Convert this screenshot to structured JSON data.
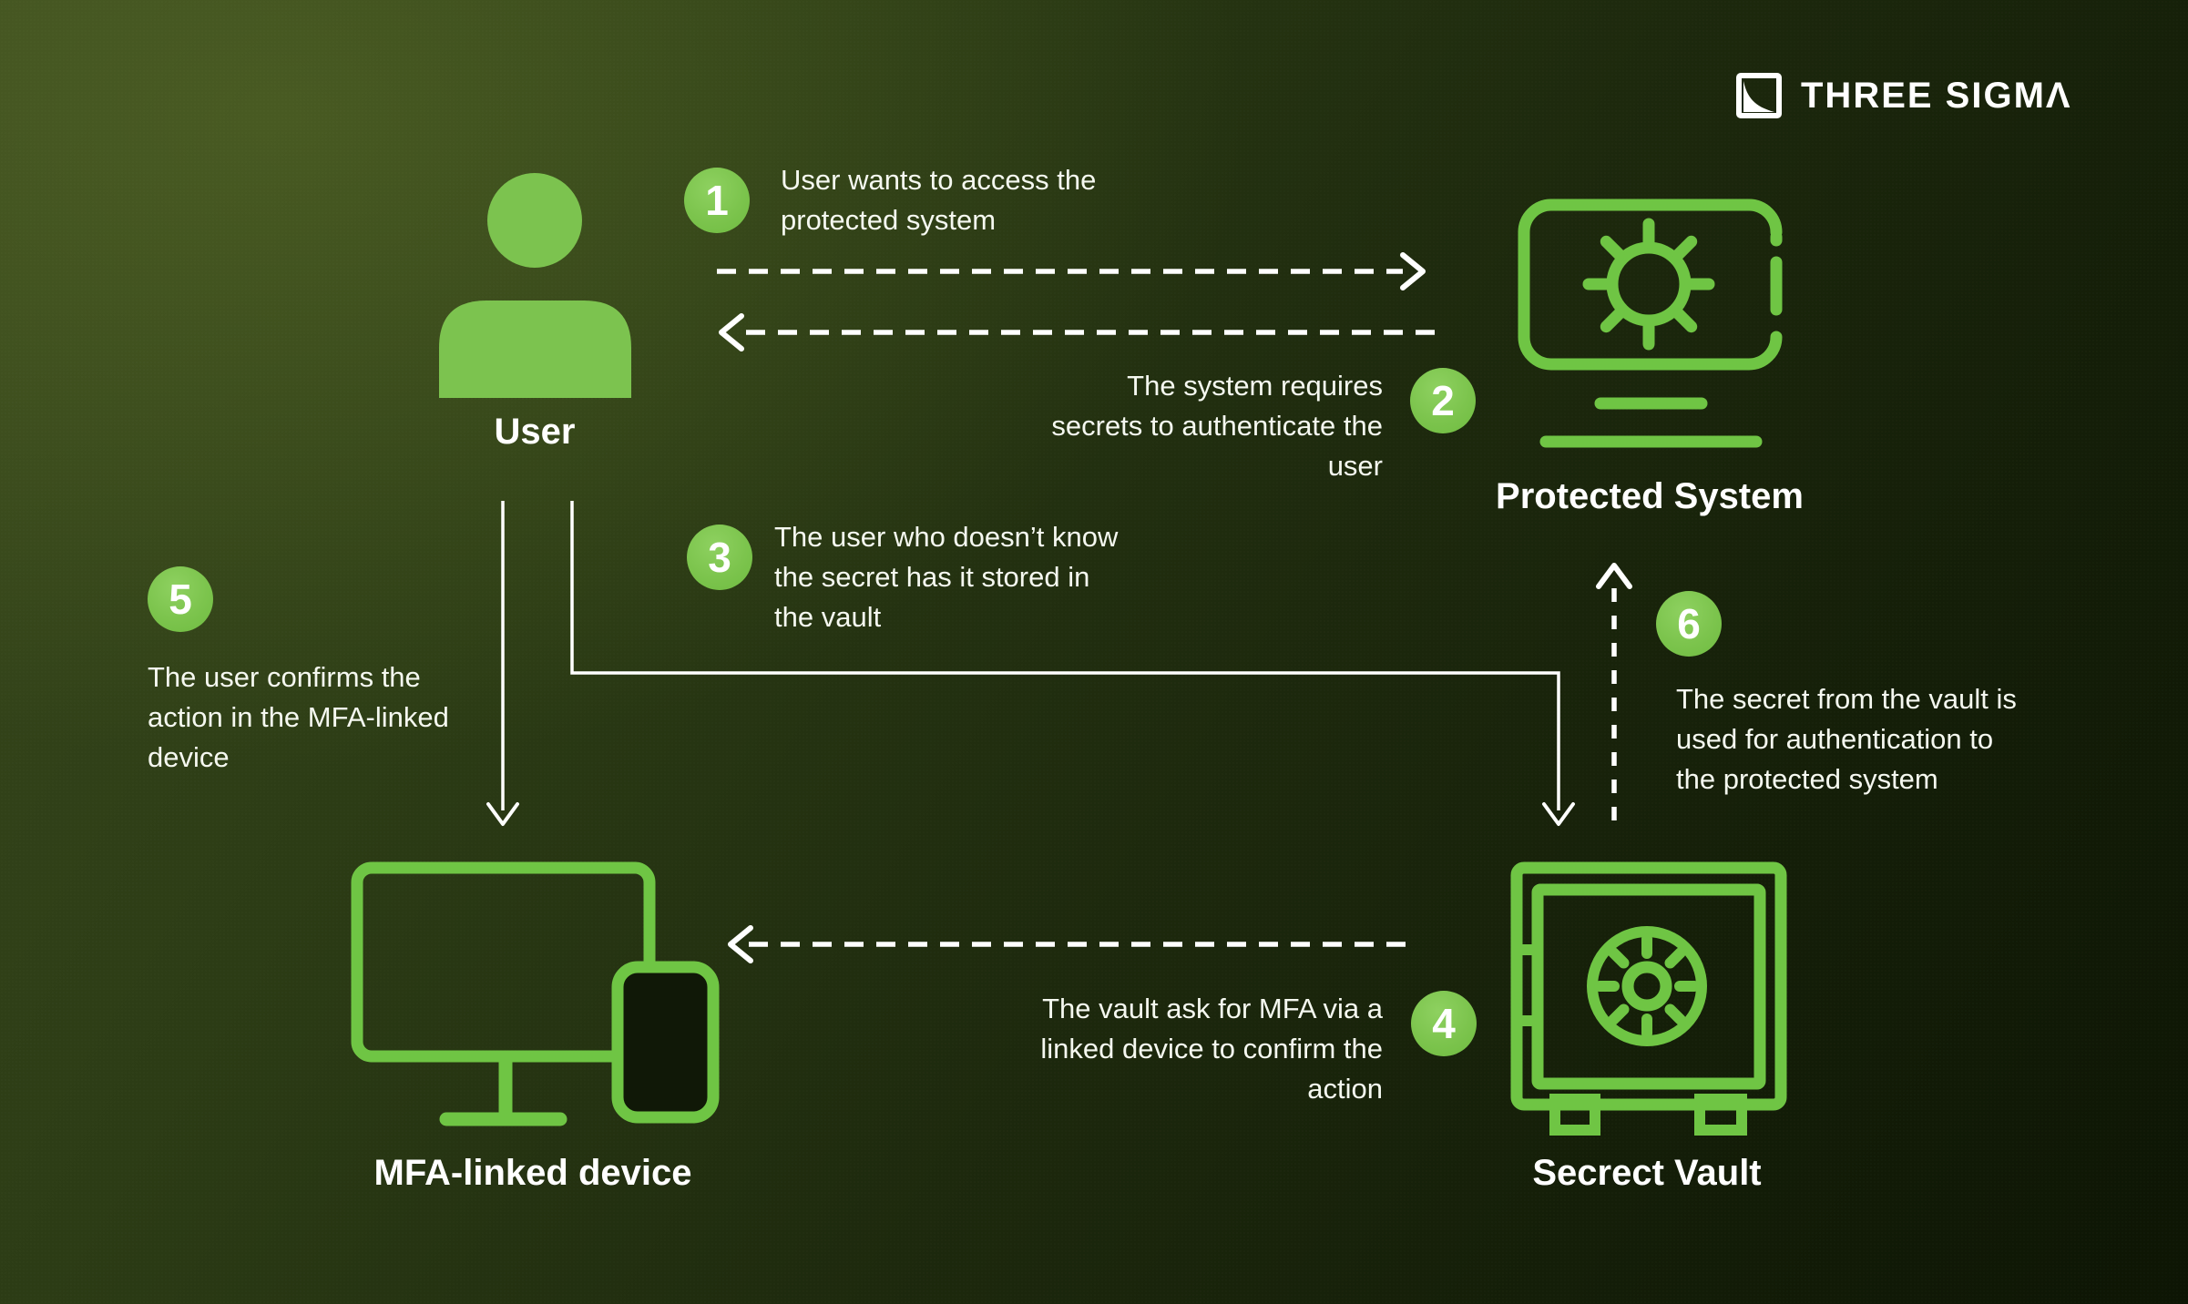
{
  "brand": {
    "name": "THREE SIGMΛ"
  },
  "entities": {
    "user": {
      "label": "User"
    },
    "protected_system": {
      "label": "Protected System"
    },
    "mfa_device": {
      "label": "MFA-linked device"
    },
    "vault": {
      "label": "Secrect Vault"
    }
  },
  "steps": [
    {
      "number": "1",
      "lines": [
        "User wants to access the",
        "protected system"
      ]
    },
    {
      "number": "2",
      "lines": [
        "The system requires",
        "secrets to authenticate the",
        "user"
      ]
    },
    {
      "number": "3",
      "lines": [
        "The user who doesn’t know",
        "the secret has it stored in",
        "the vault"
      ]
    },
    {
      "number": "4",
      "lines": [
        "The vault ask for MFA via a",
        "linked device to confirm the",
        "action"
      ]
    },
    {
      "number": "5",
      "lines": [
        "The user confirms the",
        "action in the MFA-linked",
        "device"
      ]
    },
    {
      "number": "6",
      "lines": [
        "The secret from the vault is",
        "used for authentication to",
        "the protected system"
      ]
    }
  ],
  "colors": {
    "accent_green": "#7CC44D",
    "icon_green": "#6FC544",
    "background_light": "#3C4C1E",
    "background_dark": "#0D1504",
    "text_white": "#FFFFFF"
  }
}
